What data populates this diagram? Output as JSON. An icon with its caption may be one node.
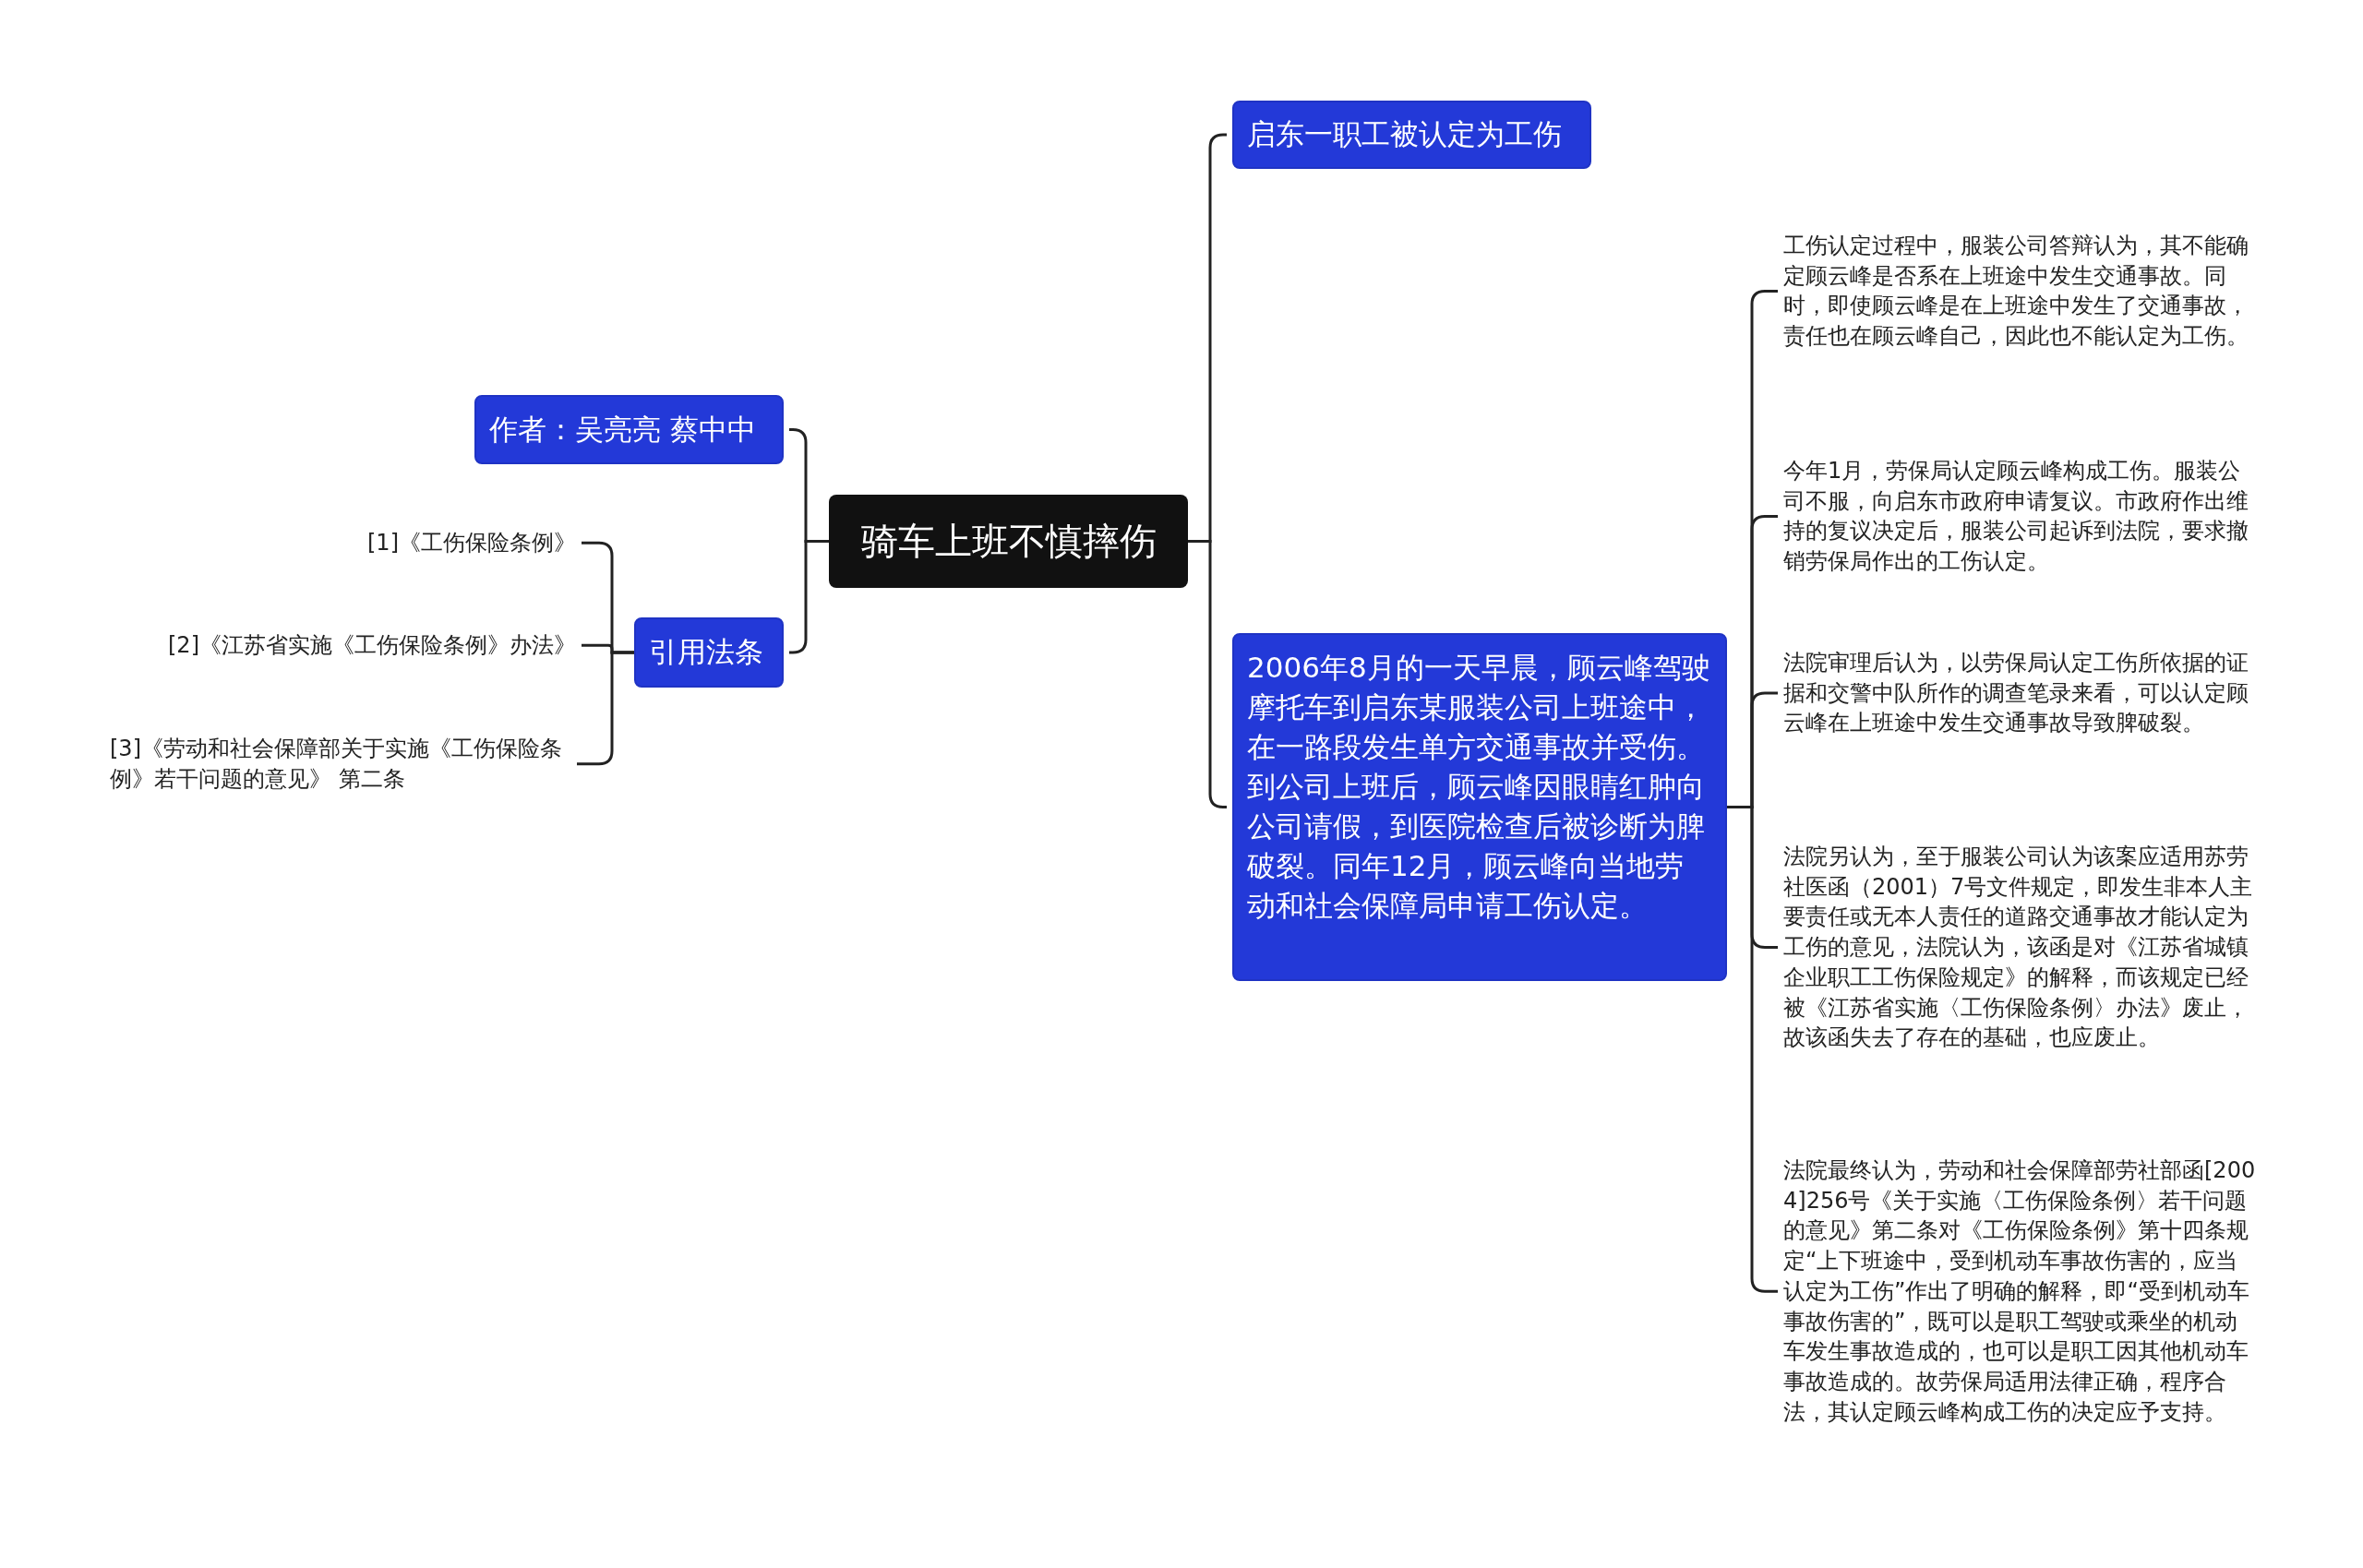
{
  "diagram": {
    "nodes": [
      {
        "text": [
          "骑车上班不慎摔伤"
        ]
      },
      {
        "text": [
          "作者：吴亮亮 蔡中中"
        ]
      },
      {
        "text": [
          "引用法条"
        ]
      },
      {
        "text": [
          "[1]《工伤保险条例》"
        ]
      },
      {
        "text": [
          "[2]《江苏省实施《工伤保险条例》办法》"
        ]
      },
      {
        "text": [
          "[3]《劳动和社会保障部关于实施《工伤保险条例》若干问题的意见》 第二条"
        ]
      },
      {
        "text": [
          "启东一职工被认定为工伤"
        ]
      },
      {
        "text": [
          "2006年8月的一天早晨，顾云峰驾驶摩托车到启东某服装公司上班途中，在一路段发生单方交通事故并受伤。到公司上班后，顾云峰因眼睛红肿向公司请假，到医院检查后被诊断为脾破裂。同年12月，顾云峰向当地劳动和社会保障局申请工伤认定。"
        ]
      },
      {
        "text": [
          "工伤认定过程中，服装公司答辩认为，其不能确定顾云峰是否系在上班途中发生交通事故。同时，即使顾云峰是在上班途中发生了交通事故，责任也在顾云峰自己，因此也不能认定为工伤。"
        ]
      },
      {
        "text": [
          "今年1月，劳保局认定顾云峰构成工伤。服装公司不服，向启东市政府申请复议。市政府作出维持的复议决定后，服装公司起诉到法院，要求撤销劳保局作出的工伤认定。"
        ]
      },
      {
        "text": [
          "法院审理后认为，以劳保局认定工伤所依据的证据和交警中队所作的调查笔录来看，可以认定顾云峰在上班途中发生交通事故导致脾破裂。"
        ]
      },
      {
        "text": [
          "法院另认为，至于服装公司认为该案应适用苏劳社医函（2001）7号文件规定，即发生非本人主要责任或无本人责任的道路交通事故才能认定为工伤的意见，法院认为，该函是对《江苏省城镇企业职工工伤保险规定》的解释，而该规定已经被《江苏省实施〈工伤保险条例〉办法》废止，故该函失去了存在的基础，也应废止。"
        ]
      },
      {
        "text": [
          "法院最终认为，劳动和社会保障部劳社部函[2004]256号《关于实施〈工伤保险条例〉若干问题的意见》第二条对《工伤保险条例》第十四条规定“上下班途中，受到机动车事故伤害的，应当认定为工伤”作出了明确的解释，即“受到机动车事故伤害的”，既可以是职工驾驶或乘坐的机动车发生事故造成的，也可以是职工因其他机动车事故造成的。故劳保局适用法律正确，程序合法，其认定顾云峰构成工伤的决定应予支持。"
        ]
      }
    ],
    "edges": [
      {
        "from": 0,
        "to": 1,
        "arrow": "none"
      },
      {
        "from": 0,
        "to": 2,
        "arrow": "none"
      },
      {
        "from": 2,
        "to": 3,
        "arrow": "none"
      },
      {
        "from": 2,
        "to": 4,
        "arrow": "none"
      },
      {
        "from": 2,
        "to": 5,
        "arrow": "none"
      },
      {
        "from": 0,
        "to": 6,
        "arrow": "none"
      },
      {
        "from": 0,
        "to": 7,
        "arrow": "none"
      },
      {
        "from": 7,
        "to": 8,
        "arrow": "none"
      },
      {
        "from": 7,
        "to": 9,
        "arrow": "none"
      },
      {
        "from": 7,
        "to": 10,
        "arrow": "none"
      },
      {
        "from": 7,
        "to": 11,
        "arrow": "none"
      },
      {
        "from": 7,
        "to": 12,
        "arrow": "none"
      }
    ]
  }
}
